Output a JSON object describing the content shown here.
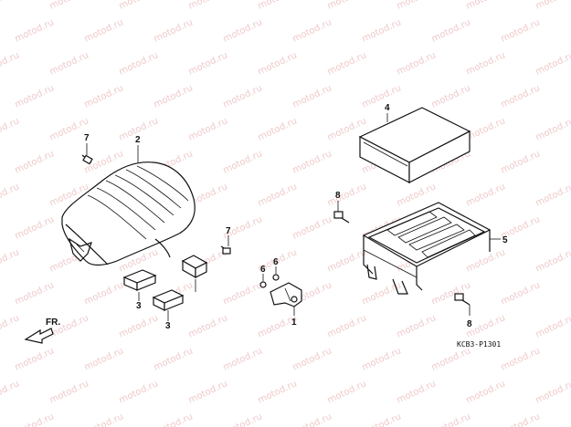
{
  "watermark": "motod.ru",
  "diagram_code": "KCB3-P1301",
  "direction_label": "FR.",
  "callouts": {
    "c1": "1",
    "c2": "2",
    "c3a": "3",
    "c3b": "3",
    "c4": "4",
    "c5": "5",
    "c6a": "6",
    "c6b": "6",
    "c7a": "7",
    "c7b": "7",
    "c8a": "8",
    "c8b": "8"
  },
  "colors": {
    "line": "#111111",
    "watermark": "#e9b3b3"
  }
}
